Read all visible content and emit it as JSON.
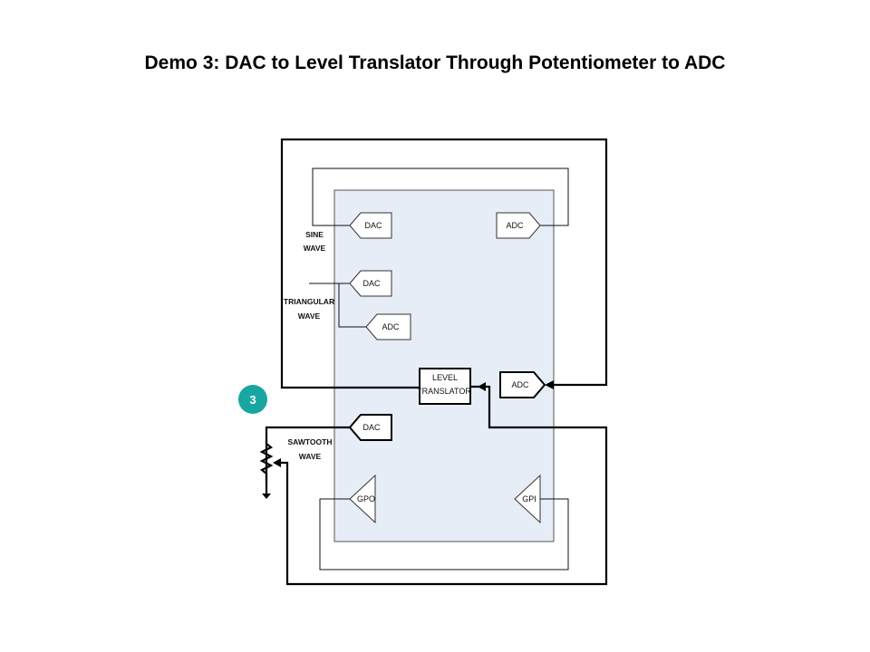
{
  "slide": {
    "title": "Demo 3: DAC to Level Translator Through Potentiometer to ADC"
  },
  "diagram": {
    "blocks": {
      "dac_sine": "DAC",
      "adc_top": "ADC",
      "dac_tri": "DAC",
      "adc_tri": "ADC",
      "level_translator_line1": "LEVEL",
      "level_translator_line2": "TRANSLATOR",
      "adc_mid": "ADC",
      "dac_saw": "DAC",
      "gpo": "GPO",
      "gpi": "GPI"
    },
    "labels": {
      "sine_line1": "SINE",
      "sine_line2": "WAVE",
      "tri_line1": "TRIANGULAR",
      "tri_line2": "WAVE",
      "saw_line1": "SAWTOOTH",
      "saw_line2": "WAVE"
    },
    "badge": "3",
    "colors": {
      "chip_fill": "#e6edf7",
      "chip_stroke": "#555555",
      "badge": "#1aa6a0"
    }
  }
}
